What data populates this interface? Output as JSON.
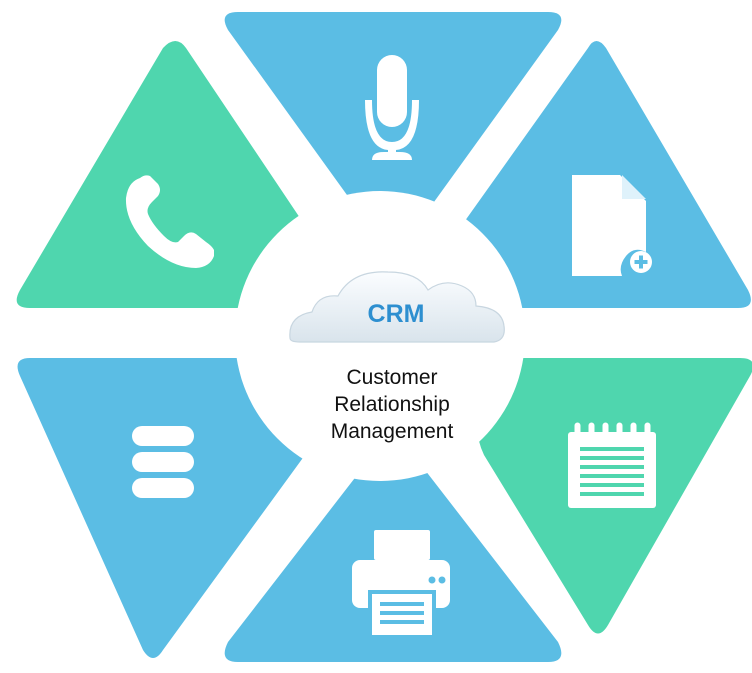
{
  "center": {
    "logo_text": "CRM",
    "title_lines": [
      "Customer",
      "Relationship",
      "Management"
    ]
  },
  "segments": [
    {
      "position": "top",
      "icon": "microphone-icon",
      "color": "#5bbde4"
    },
    {
      "position": "upper-right",
      "icon": "document-add-icon",
      "color": "#5bbde4"
    },
    {
      "position": "lower-right",
      "icon": "notepad-icon",
      "color": "#4fd6ae"
    },
    {
      "position": "bottom",
      "icon": "printer-icon",
      "color": "#5bbde4"
    },
    {
      "position": "lower-left",
      "icon": "database-icon",
      "color": "#5bbde4"
    },
    {
      "position": "upper-left",
      "icon": "phone-icon",
      "color": "#4fd6ae"
    }
  ],
  "colors": {
    "blue": "#5bbde4",
    "green": "#4fd6ae",
    "icon": "#ffffff",
    "center_circle": "#ffffff",
    "cloud": "#eef3f7",
    "logo_text": "#2d8fd0",
    "title_text": "#111111"
  }
}
